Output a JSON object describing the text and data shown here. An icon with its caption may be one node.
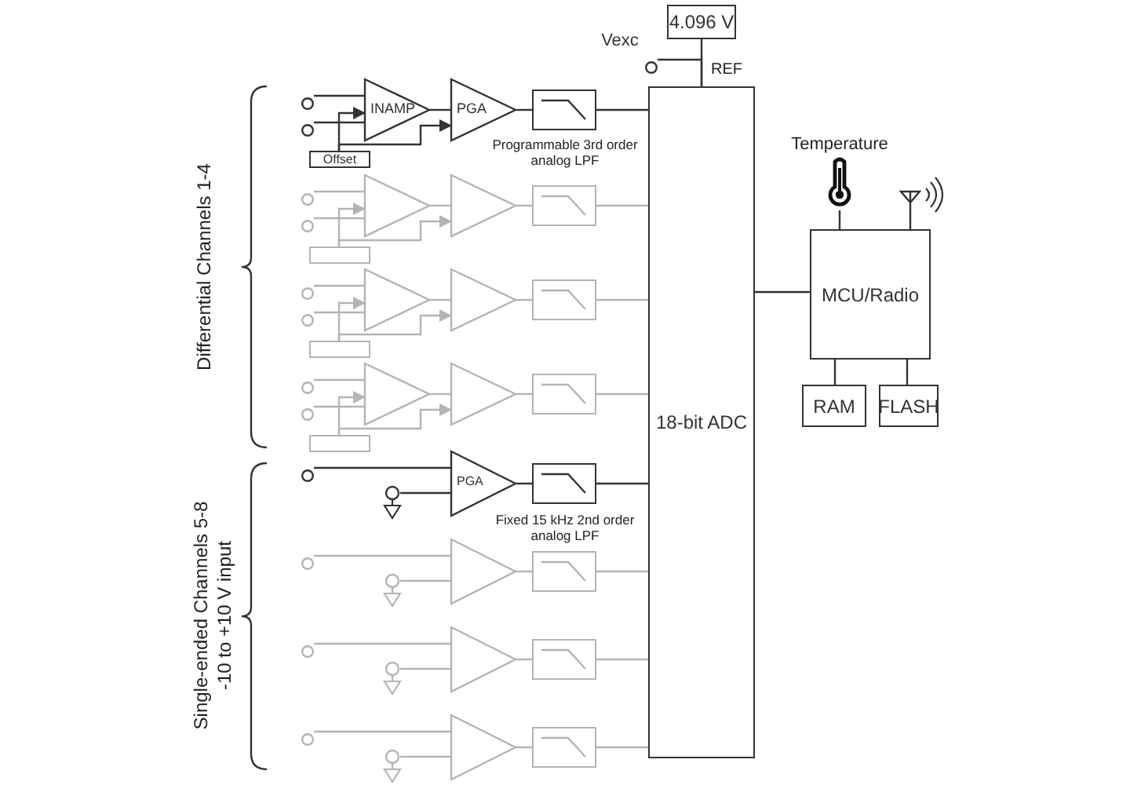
{
  "diagram": {
    "nodes": [
      {
        "text": [
          "4.096 V"
        ]
      },
      {
        "text": [],
        "shape": "circle",
        "beside": [
          "Vexc"
        ]
      },
      {
        "text": [
          "INAMP"
        ]
      },
      {
        "text": [
          "PGA"
        ]
      },
      {
        "text": [],
        "shape": "box"
      },
      {
        "text": [
          "Offset"
        ]
      },
      {
        "text": [
          "18-bit ADC"
        ]
      },
      {
        "text": [
          "Temperature"
        ]
      },
      {
        "text": [],
        "shape": "antenna"
      },
      {
        "text": [
          "MCU/Radio"
        ]
      },
      {
        "text": [
          "RAM"
        ]
      },
      {
        "text": [
          "FLASH"
        ]
      },
      {
        "text": [],
        "shape": "triangle"
      },
      {
        "text": [],
        "shape": "triangle"
      },
      {
        "text": [],
        "shape": "box"
      },
      {
        "text": [],
        "shape": "box"
      },
      {
        "text": [],
        "shape": "triangle"
      },
      {
        "text": [],
        "shape": "triangle"
      },
      {
        "text": [],
        "shape": "box"
      },
      {
        "text": [],
        "shape": "box"
      },
      {
        "text": [],
        "shape": "triangle"
      },
      {
        "text": [],
        "shape": "triangle"
      },
      {
        "text": [],
        "shape": "box"
      },
      {
        "text": [],
        "shape": "box"
      },
      {
        "text": [
          "PGA"
        ]
      },
      {
        "text": [],
        "shape": "box"
      },
      {
        "text": [],
        "shape": "triangle"
      },
      {
        "text": [],
        "shape": "box"
      },
      {
        "text": [],
        "shape": "triangle"
      },
      {
        "text": [],
        "shape": "box"
      },
      {
        "text": [],
        "shape": "triangle"
      },
      {
        "text": [],
        "shape": "box"
      },
      {
        "text": [],
        "shape": "circle"
      },
      {
        "text": [],
        "shape": "circle"
      },
      {
        "text": [],
        "shape": "circle"
      },
      {
        "text": [],
        "shape": "circle"
      },
      {
        "text": [],
        "shape": "circle"
      },
      {
        "text": [],
        "shape": "circle"
      },
      {
        "text": [],
        "shape": "circle"
      },
      {
        "text": [],
        "shape": "circle"
      },
      {
        "text": [],
        "shape": "circle"
      },
      {
        "text": [],
        "shape": "ground"
      },
      {
        "text": [],
        "shape": "circle"
      },
      {
        "text": [],
        "shape": "ground"
      },
      {
        "text": [],
        "shape": "circle"
      },
      {
        "text": [],
        "shape": "ground"
      },
      {
        "text": [],
        "shape": "circle"
      },
      {
        "text": [],
        "shape": "ground"
      }
    ],
    "edges": [
      {
        "from": 0,
        "to": 6,
        "arrow": "none",
        "color": "#333333"
      },
      {
        "from": 1,
        "to": 6,
        "arrow": "none",
        "color": "#333333"
      },
      {
        "from": 32,
        "to": 2,
        "arrow": "none",
        "color": "#333333"
      },
      {
        "from": 33,
        "to": 2,
        "arrow": "none",
        "color": "#333333"
      },
      {
        "from": 5,
        "to": 2,
        "arrow": "to",
        "color": "#333333"
      },
      {
        "from": 5,
        "to": 3,
        "arrow": "to",
        "color": "#333333"
      },
      {
        "from": 2,
        "to": 3,
        "arrow": "none",
        "color": "#333333"
      },
      {
        "from": 3,
        "to": 4,
        "arrow": "none",
        "color": "#333333"
      },
      {
        "from": 4,
        "to": 6,
        "arrow": "none",
        "color": "#333333"
      },
      {
        "from": 34,
        "to": 12,
        "arrow": "none"
      },
      {
        "from": 35,
        "to": 12,
        "arrow": "none"
      },
      {
        "from": 15,
        "to": 12,
        "arrow": "to"
      },
      {
        "from": 15,
        "to": 13,
        "arrow": "to"
      },
      {
        "from": 12,
        "to": 13,
        "arrow": "none"
      },
      {
        "from": 13,
        "to": 14,
        "arrow": "none"
      },
      {
        "from": 14,
        "to": 6,
        "arrow": "none"
      },
      {
        "from": 36,
        "to": 16,
        "arrow": "none"
      },
      {
        "from": 37,
        "to": 16,
        "arrow": "none"
      },
      {
        "from": 19,
        "to": 16,
        "arrow": "to"
      },
      {
        "from": 19,
        "to": 17,
        "arrow": "to"
      },
      {
        "from": 16,
        "to": 17,
        "arrow": "none"
      },
      {
        "from": 17,
        "to": 18,
        "arrow": "none"
      },
      {
        "from": 18,
        "to": 6,
        "arrow": "none"
      },
      {
        "from": 38,
        "to": 20,
        "arrow": "none"
      },
      {
        "from": 39,
        "to": 20,
        "arrow": "none"
      },
      {
        "from": 23,
        "to": 20,
        "arrow": "to"
      },
      {
        "from": 23,
        "to": 21,
        "arrow": "to"
      },
      {
        "from": 20,
        "to": 21,
        "arrow": "none"
      },
      {
        "from": 21,
        "to": 22,
        "arrow": "none"
      },
      {
        "from": 22,
        "to": 6,
        "arrow": "none"
      },
      {
        "from": 40,
        "to": 24,
        "arrow": "none",
        "color": "#333333"
      },
      {
        "from": 41,
        "to": 24,
        "arrow": "none",
        "color": "#333333"
      },
      {
        "from": 24,
        "to": 25,
        "arrow": "none",
        "color": "#333333"
      },
      {
        "from": 25,
        "to": 6,
        "arrow": "none",
        "color": "#333333"
      },
      {
        "from": 42,
        "to": 26,
        "arrow": "none"
      },
      {
        "from": 43,
        "to": 26,
        "arrow": "none"
      },
      {
        "from": 26,
        "to": 27,
        "arrow": "none"
      },
      {
        "from": 27,
        "to": 6,
        "arrow": "none"
      },
      {
        "from": 44,
        "to": 28,
        "arrow": "none"
      },
      {
        "from": 45,
        "to": 28,
        "arrow": "none"
      },
      {
        "from": 28,
        "to": 29,
        "arrow": "none"
      },
      {
        "from": 29,
        "to": 6,
        "arrow": "none"
      },
      {
        "from": 46,
        "to": 30,
        "arrow": "none"
      },
      {
        "from": 47,
        "to": 30,
        "arrow": "none"
      },
      {
        "from": 30,
        "to": 31,
        "arrow": "none"
      },
      {
        "from": 31,
        "to": 6,
        "arrow": "none"
      },
      {
        "from": 6,
        "to": 9,
        "arrow": "none",
        "color": "#333333"
      },
      {
        "from": 7,
        "to": 9,
        "arrow": "none",
        "color": "#333333"
      },
      {
        "from": 8,
        "to": 9,
        "arrow": "none",
        "color": "#333333"
      },
      {
        "from": 9,
        "to": 10,
        "arrow": "none",
        "color": "#333333"
      },
      {
        "from": 9,
        "to": 11,
        "arrow": "none",
        "color": "#333333"
      }
    ],
    "labels": [
      "REF",
      "Programmable 3rd order analog LPF",
      "Differential Channels 1-4",
      "Fixed 15 kHz 2nd order analog LPF",
      "Single-ended Channels 5-8 -10 to +10 V input"
    ]
  }
}
